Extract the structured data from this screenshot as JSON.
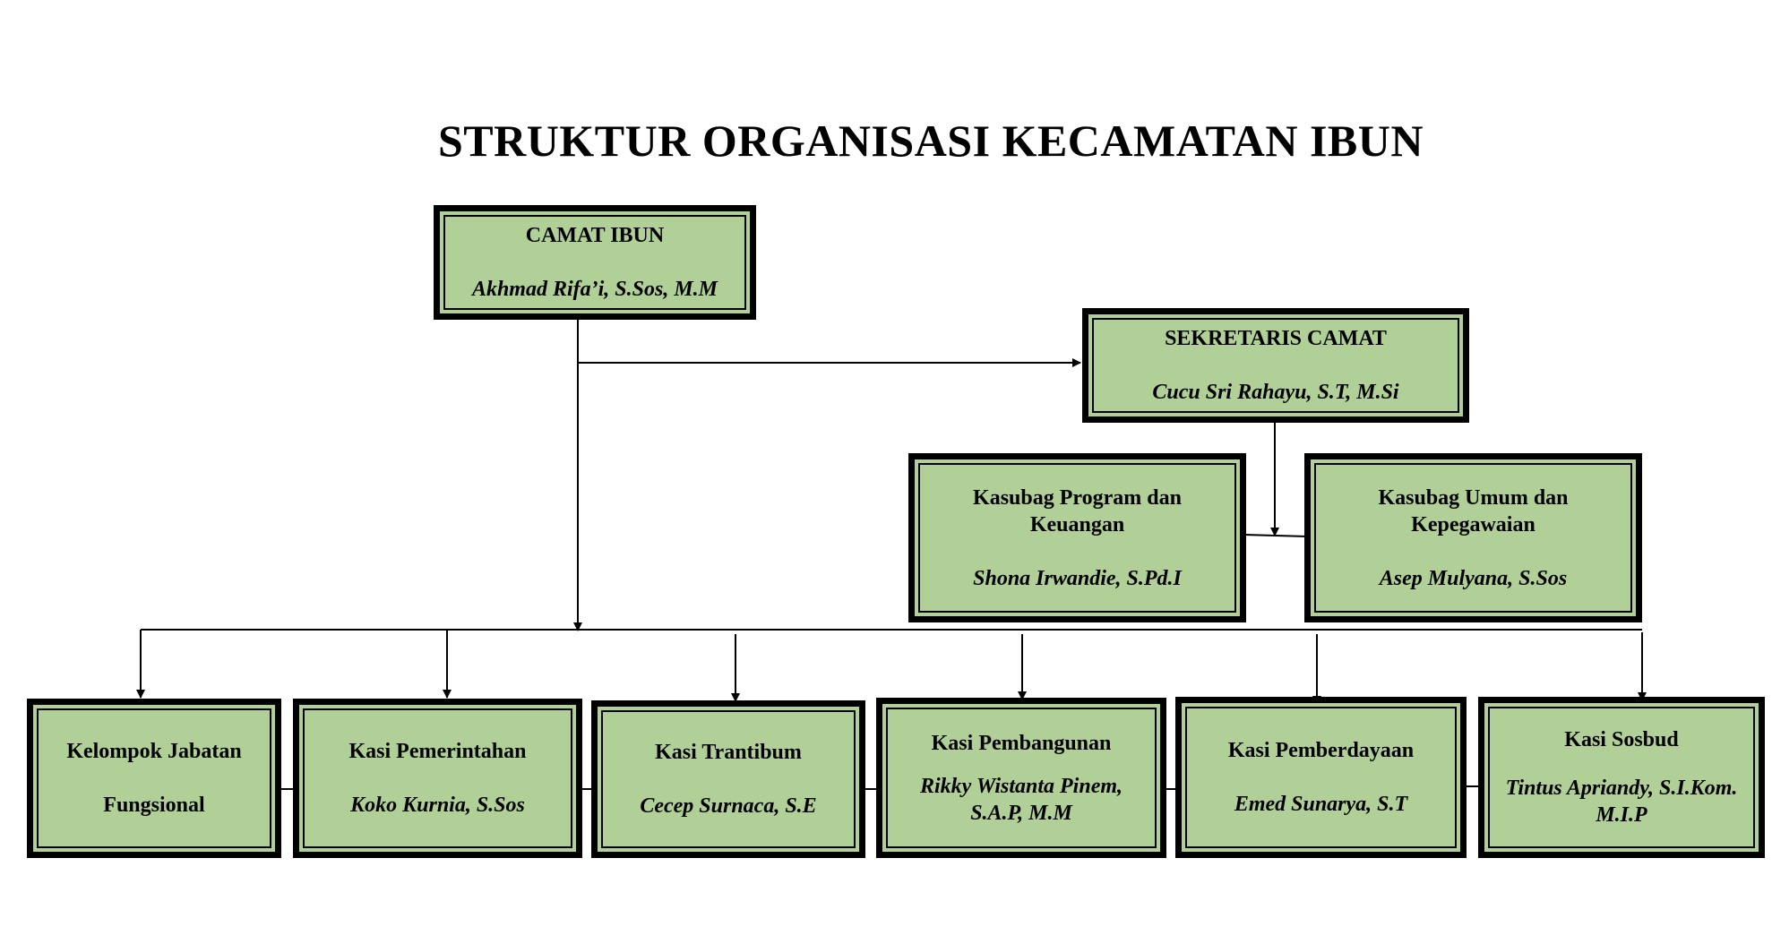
{
  "title": "STRUKTUR ORGANISASI KECAMATAN IBUN",
  "colors": {
    "box_fill": "#b1d097",
    "box_border": "#000000",
    "line": "#000000"
  },
  "camat": {
    "title": "CAMAT IBUN",
    "name": "Akhmad Rifa’i, S.Sos, M.M"
  },
  "sekretaris": {
    "title": "SEKRETARIS CAMAT",
    "name": "Cucu Sri Rahayu, S.T, M.Si"
  },
  "kasubag_program": {
    "title": "Kasubag Program dan Keuangan",
    "name": "Shona Irwandie, S.Pd.I"
  },
  "kasubag_umum": {
    "title": "Kasubag Umum dan Kepegawaian",
    "name": "Asep Mulyana, S.Sos"
  },
  "kelompok_jabatan": {
    "title": "Kelompok Jabatan",
    "name": "Fungsional"
  },
  "kasi_pemerintahan": {
    "title": "Kasi Pemerintahan",
    "name": "Koko Kurnia, S.Sos"
  },
  "kasi_trantibum": {
    "title": "Kasi Trantibum",
    "name": "Cecep Surnaca, S.E"
  },
  "kasi_pembangunan": {
    "title": "Kasi Pembangunan",
    "name": "Rikky Wistanta Pinem, S.A.P, M.M"
  },
  "kasi_pemberdayaan": {
    "title": "Kasi Pemberdayaan",
    "name": "Emed Sunarya, S.T"
  },
  "kasi_sosbud": {
    "title": "Kasi Sosbud",
    "name": "Tintus Apriandy, S.I.Kom. M.I.P"
  }
}
